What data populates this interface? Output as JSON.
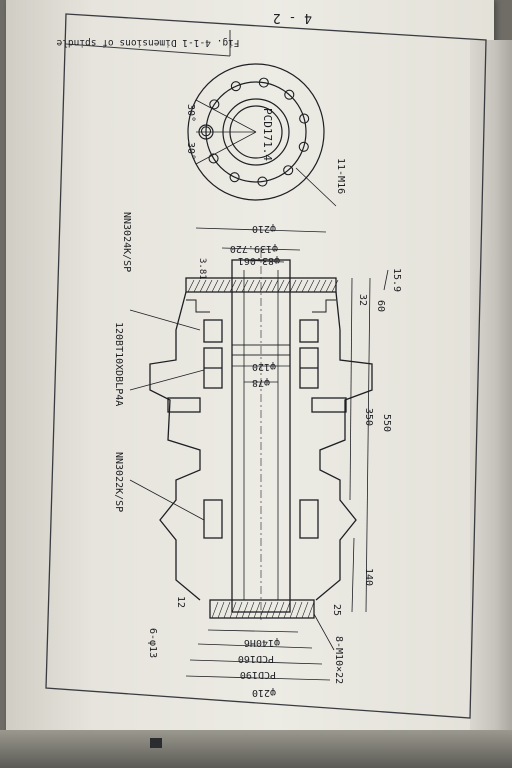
{
  "page_number": "4 - 2",
  "caption": "Fig. 4-1-1 Dimensions of spindle",
  "flange_view": {
    "pcd_label": "PCD171.4",
    "bolt_label": "11-M16",
    "angle_top": "30°",
    "angle_bottom": "30°"
  },
  "bearing_labels": {
    "front": "NN3024K/SP",
    "middle": "120BT10XDBLP4A",
    "rear": "NN3022K/SP"
  },
  "diameters": {
    "d210_top": "φ210",
    "d139": "φ139.720",
    "d83": "φ83.061",
    "d120": "φ120",
    "d78": "φ78",
    "d3_81": "3.81",
    "d210_bottom": "φ210",
    "pcd190": "PCD190",
    "pcd160": "PCD160",
    "d140h6": "φ140H6",
    "holes_6": "6-φ13"
  },
  "lengths": {
    "l15_9": "15.9",
    "l32": "32",
    "l60": "60",
    "l350": "350",
    "l550": "550",
    "l140": "140",
    "l25": "25",
    "l12": "12",
    "screws": "8-M10×22"
  },
  "colors": {
    "ink": "#1e1f24",
    "paper": "#ecebe4"
  }
}
